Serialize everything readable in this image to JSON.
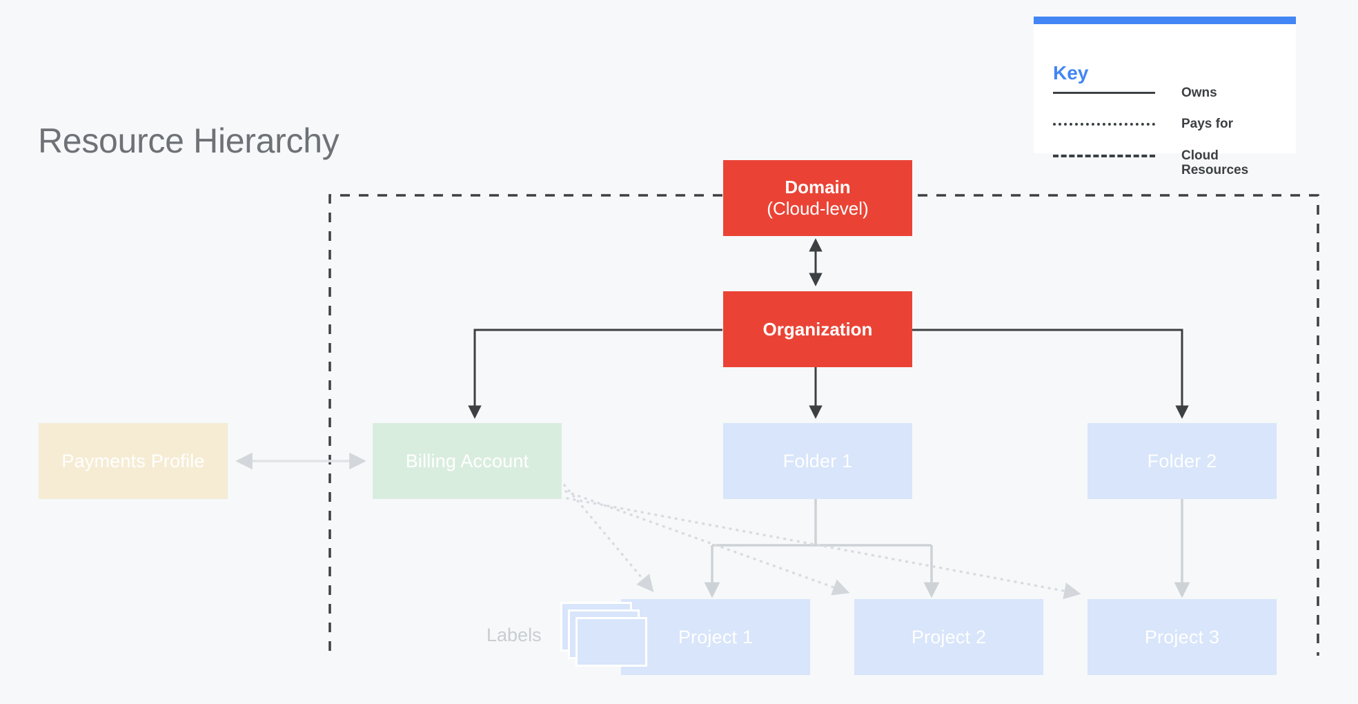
{
  "page": {
    "title": "Resource Hierarchy",
    "background": "#F6F8FA"
  },
  "legend": {
    "name": "Key",
    "accent_color": "#4285F4",
    "items": [
      {
        "style": "solid",
        "label": "Owns"
      },
      {
        "style": "dotted",
        "label": "Pays for"
      },
      {
        "style": "dashed",
        "label": "Cloud Resources"
      }
    ]
  },
  "diagram": {
    "labels_caption": "Labels",
    "nodes": {
      "domain": {
        "label_bold": "Domain",
        "label_rest": " (Cloud-level)",
        "color": "#EA4335"
      },
      "organization": {
        "label": "Organization",
        "color": "#EA4335"
      },
      "payments_profile": {
        "label": "Payments Profile",
        "color": "#F6ECD4"
      },
      "billing_account": {
        "label": "Billing Account",
        "color": "#D9EDDF"
      },
      "folder_1": {
        "label": "Folder 1",
        "color": "#D8E5FA"
      },
      "folder_2": {
        "label": "Folder 2",
        "color": "#D8E5FA"
      },
      "project_1": {
        "label": "Project 1",
        "color": "#D8E5FA"
      },
      "project_2": {
        "label": "Project 2",
        "color": "#D8E5FA"
      },
      "project_3": {
        "label": "Project 3",
        "color": "#D8E5FA"
      }
    },
    "edges": [
      {
        "from": "domain",
        "to": "organization",
        "style": "solid",
        "relation": "Owns",
        "bidirectional": true
      },
      {
        "from": "organization",
        "to": "billing_account",
        "style": "solid",
        "relation": "Owns"
      },
      {
        "from": "organization",
        "to": "folder_1",
        "style": "solid",
        "relation": "Owns"
      },
      {
        "from": "organization",
        "to": "folder_2",
        "style": "solid",
        "relation": "Owns"
      },
      {
        "from": "payments_profile",
        "to": "billing_account",
        "style": "solid",
        "relation": "Owns",
        "bidirectional": true
      },
      {
        "from": "billing_account",
        "to": "project_1",
        "style": "dotted",
        "relation": "Pays for"
      },
      {
        "from": "billing_account",
        "to": "project_2",
        "style": "dotted",
        "relation": "Pays for"
      },
      {
        "from": "billing_account",
        "to": "project_3",
        "style": "dotted",
        "relation": "Pays for"
      },
      {
        "from": "folder_1",
        "to": "project_1",
        "style": "solid",
        "relation": "Owns"
      },
      {
        "from": "folder_1",
        "to": "project_2",
        "style": "solid",
        "relation": "Owns"
      },
      {
        "from": "folder_2",
        "to": "project_3",
        "style": "solid",
        "relation": "Owns"
      }
    ],
    "cloud_resources_boundary": {
      "style": "dashed",
      "relation": "Cloud Resources"
    }
  }
}
